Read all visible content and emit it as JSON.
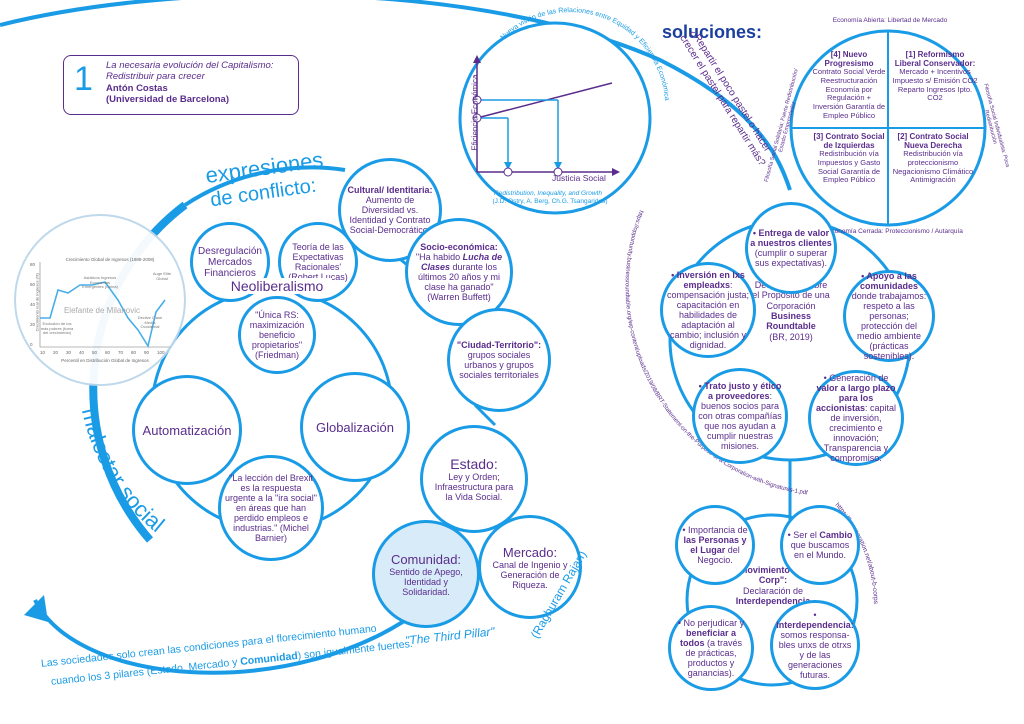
{
  "colors": {
    "accent": "#1a9be6",
    "text": "#5a2d8c",
    "comunidad_fill": "#d8ebf8"
  },
  "header": {
    "number": "1",
    "title": "La necesaria evolución del Capitalismo:",
    "subtitle": "Redistribuir para crecer",
    "author": "Antón Costas",
    "affiliation": "(Universidad de Barcelona)"
  },
  "left": {
    "expresiones": "expresiones",
    "de_conflicto": "de conflicto:",
    "malestar": "malestar social",
    "elephant": {
      "title": "Crecimiento Global de Ingresos (1988-2008)",
      "caption": "Elefante de Milanovic",
      "xlabel": "Percentil en Distribución Global de Ingresos",
      "ylabel": "Crecimiento real de ingresos (%)",
      "ann1": "Asiáticos Ingresos Economías Emergentes (China)",
      "ann2": "Auge Elite Global",
      "ann3": "Exclusión de los más pobres (fuera del crecimiento)",
      "ann4": "Declive Clase Media Occidental",
      "yticks": [
        "80",
        "60",
        "40",
        "20",
        "0"
      ],
      "xticks": [
        "10",
        "20",
        "30",
        "40",
        "50",
        "60",
        "70",
        "80",
        "90",
        "100"
      ]
    },
    "neoliberalismo": "Neoliberalismo",
    "desregulacion": "Desregulación Mercados Financieros",
    "teoria": "Teoría de las Expectativas Racionales' (Robert Lucas)",
    "unica_rs": "\"Única RS: maximización beneficio propietarios\" (Friedman)",
    "automatizacion": "Automatización",
    "globalizacion": "Globalización",
    "brexit": "\"La lección del Brexit es la respuesta urgente a la \"ira social\" en áreas que han perdido empleos e industrias.\" (Michel Barnier)",
    "cultural_title": "Cultural/ Identitaria:",
    "cultural_body": "Aumento de Diversidad vs. Identidad y Contrato Social-Democrático.",
    "socio_title": "Socio-económica:",
    "socio_q1": "\"Ha habido ",
    "socio_q2": "Lucha de Clases",
    "socio_q3": " durante los últimos 20 años y mi clase ha ganado\" (Warren Buffett)",
    "ciudad_title": "\"Ciudad-Territorio\":",
    "ciudad_body": "grupos sociales urbanos y grupos sociales territoriales",
    "estado_title": "Estado:",
    "estado_body": "Ley y Orden; Infraestructura para la Vida Social.",
    "comunidad_title": "Comunidad:",
    "comunidad_body": "Sentido de Apego, Identidad y Solidaridad.",
    "mercado_title": "Mercado:",
    "mercado_body": "Canal de Ingenio y Generación de Riqueza.",
    "third_pillar": "\"The Third Pillar\"",
    "rajan": "(Raghuram Rajan)",
    "bottom1": "Las sociedades solo crean las condiciones para el florecimiento humano",
    "bottom2a": "cuando los 3 pilares (Estado, Mercado y ",
    "bottom2b": "Comunidad",
    "bottom2c": ") son igualmente fuertes."
  },
  "top": {
    "arc_text": "Nueva visión de las Relaciones entre Equidad y Eficiencia Económica",
    "ylabel": "Eficiencia Económica",
    "xlabel": "Justicia Social",
    "ref1": "Redistribution, Inequality, and Growth",
    "ref2": "(J.D. Ostry, A. Berg, Ch.G. Tsangarides)",
    "p1": "1",
    "p2": "2"
  },
  "right": {
    "soluciones": "soluciones:",
    "q1": "¿Repartir el poco pastel o hacer",
    "q2": "crecer el pastel para repartir más?",
    "url1": "https://opportunity.businessroundtable.org/wp-content/uploads/2019/08/BRT-Statement-on-the-Purpose-of-a-Corporation-with-Signatures-1.pdf",
    "url2": "https://bcorporation.net/about-b-corps",
    "quadrant": {
      "top": "Economía Abierta: Libertad de Mercado",
      "bottom": "Economía Cerrada: Proteccionismo / Autarquía",
      "left": "Filosofía Social Solidaria: Fuerte Redistribución/ Estado Emprendedor",
      "right": "Filosofía Social Individualista: Poca Redistribución",
      "q4_title": "[4] Nuevo Progresismo",
      "q4_body": "Contrato Social Verde Reestructuración Economía por Regulación + Inversión Garantía de Empleo Público",
      "q1_title": "[1] Reformismo Liberal Conservador:",
      "q1_body": "Mercado + Incentivos Impuesto s/ Emisión CO2 Reparto Ingresos Ipto. CO2",
      "q3_title": "[3] Contrato Social de Izquierdas",
      "q3_body": "Redistribución vía Impuestos y Gasto Social Garantía de Empleo Público",
      "q2_title": "[2] Contrato Social Nueva Derecha",
      "q2_body": "Redistribución vía proteccionismo Negacionismo Climático Antimigración"
    },
    "brt_center": "Declaración sobre el Propósito de una Corporación",
    "brt_center_b": "Business Roundtable",
    "brt_center_c": "(BR, 2019)",
    "brt1_b": "• Entrega de valor a nuestros clientes",
    "brt1": " (cumplir o superar sus expectativas).",
    "brt2_b": "• Apoyo a las comunidades",
    "brt2": " donde trabajamos: respeto a las personas; protección del medio ambiente (prácticas sostenibles).",
    "brt3_a": "• Generación de ",
    "brt3_b": "valor a largo plazo para los accionistas",
    "brt3": ": capital de inversión, crecimiento e innovación; Transparencia y compromiso.",
    "brt4_b": "• Trato justo y ético a proveedores",
    "brt4": ": buenos socios para con otras compañías que nos ayudan a cumplir nuestras misiones.",
    "brt5_b": "• Inversión en lxs empleadxs",
    "brt5": ": compensación justa; capacitación en habilidades de adaptación al cambio; inclusión y dignidad.",
    "bcorp_center_b": "Movimiento \"B-Corp\":",
    "bcorp_center": "Declaración de",
    "bcorp_center_c": "Interdependencia",
    "bc1_a": "• Importancia de ",
    "bc1_b": "las Personas y el Lugar",
    "bc1_c": " del Negocio.",
    "bc2_a": "• Ser el ",
    "bc2_b": "Cambio",
    "bc2_c": " que buscamos en el Mundo.",
    "bc3_a": "• No perjudicar y ",
    "bc3_b": "beneficiar a todos",
    "bc3_c": " (a través de prácticas, productos y ganancias).",
    "bc4_a": "• ",
    "bc4_b": "Interdependencia:",
    "bc4_c": " somos responsa-bles unxs de otrxs y de las generaciones futuras."
  }
}
